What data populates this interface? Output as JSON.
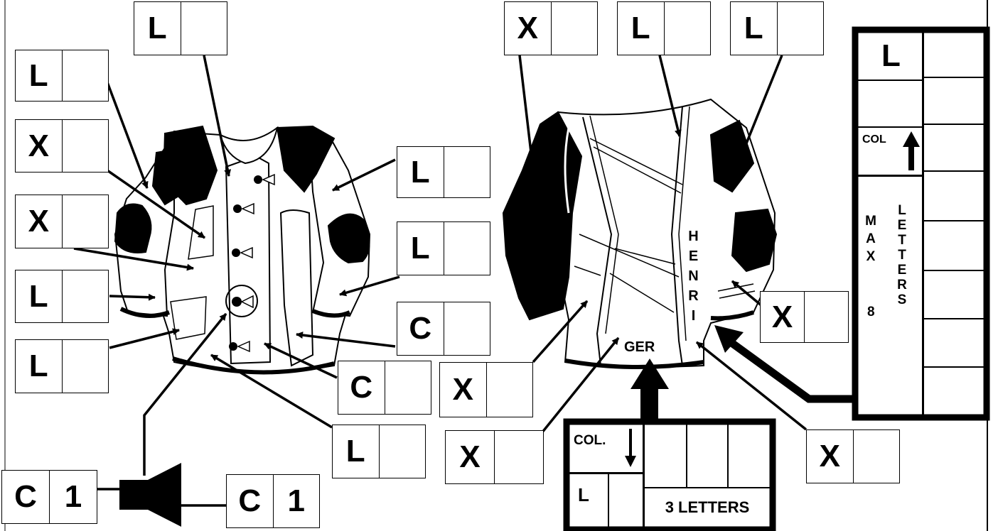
{
  "codes": {
    "L": "L",
    "X": "X",
    "C": "C",
    "C1_code": "C",
    "C1_num": "1"
  },
  "back_print": {
    "name": "HENRI",
    "country": "GER"
  },
  "name_panel": {
    "size_code": "L",
    "col_label": "COL",
    "max_word": "MAX",
    "max_number": "8",
    "letters_word": "LETTERS"
  },
  "country_panel": {
    "col_label": "COL.",
    "size_code": "L",
    "three_letters": "3 LETTERS"
  }
}
